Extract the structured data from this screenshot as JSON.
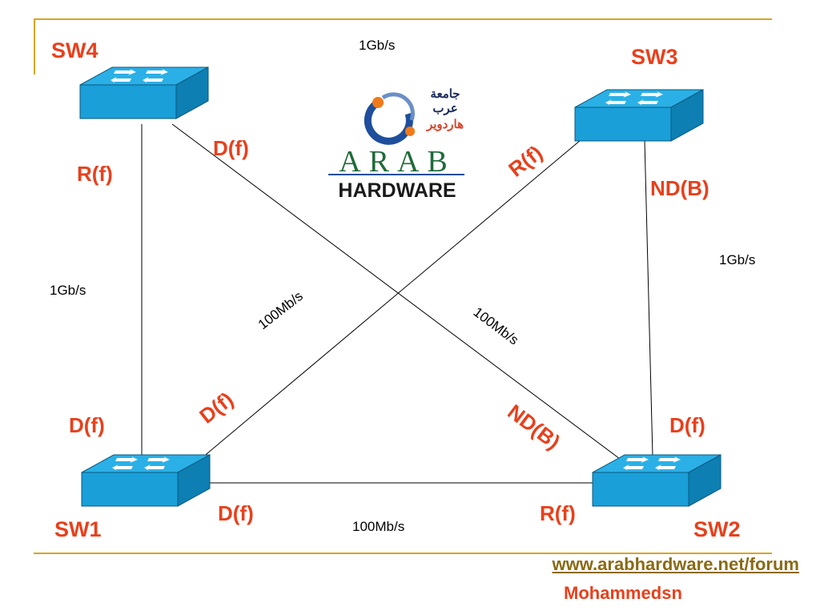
{
  "switches": {
    "sw1": "SW1",
    "sw2": "SW2",
    "sw3": "SW3",
    "sw4": "SW4"
  },
  "ports": {
    "sw4_down": "R(f)",
    "sw4_diag": "D(f)",
    "sw3_diag": "R(f)",
    "sw3_down": "ND(B)",
    "sw1_up": "D(f)",
    "sw1_diag": "D(f)",
    "sw1_right": "D(f)",
    "sw2_diag": "ND(B)",
    "sw2_up": "D(f)",
    "sw2_left": "R(f)"
  },
  "links": {
    "sw4_sw3": "1Gb/s",
    "sw4_sw1": "1Gb/s",
    "sw3_sw2": "1Gb/s",
    "sw1_sw3": "100Mb/s",
    "sw4_sw2": "100Mb/s",
    "sw1_sw2": "100Mb/s"
  },
  "logo": {
    "arabic_line1": "جامعة",
    "arabic_line2": "عرب",
    "arabic_line3": "هاردوير",
    "name_top": "ARAB",
    "name_bottom": "HARDWARE",
    "colors": {
      "blue": "#1f4e9c",
      "orange": "#f07a1a",
      "green": "#1f6b3a"
    }
  },
  "footer": {
    "url": "www.arabhardware.net/forum",
    "author": "Mohammedsn"
  },
  "colors": {
    "label_red": "#e8401c",
    "rule_gold": "#d9a520",
    "switch_top": "#2ab0e6",
    "switch_side": "#0d7fb3"
  }
}
